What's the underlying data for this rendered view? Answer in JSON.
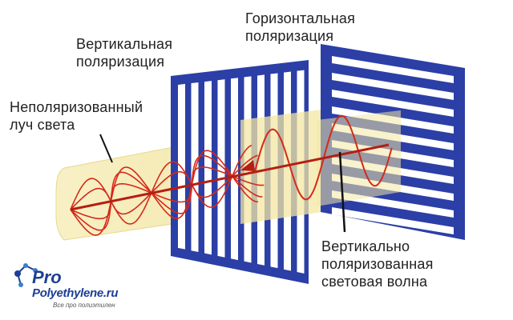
{
  "labels": {
    "unpolarized": [
      "Неполяризованный",
      "луч света"
    ],
    "vertical_polarization": [
      "Вертикальная",
      "поляризация"
    ],
    "horizontal_polarization": [
      "Горизонтальная",
      "поляризация"
    ],
    "vertical_wave": [
      "Вертикально",
      "поляризованная",
      "световая волна"
    ]
  },
  "logo": {
    "word": "Pro",
    "site": "Polyethylene.ru",
    "tagline": "Все про полиэтилен"
  },
  "colors": {
    "filter_blue": "#2b3fa6",
    "beam_yellow": "#f4e9a8",
    "wave_red": "#d42a1a",
    "arrow_red": "#b51e12",
    "logo_blue": "#1c3f94",
    "text": "#222222"
  }
}
